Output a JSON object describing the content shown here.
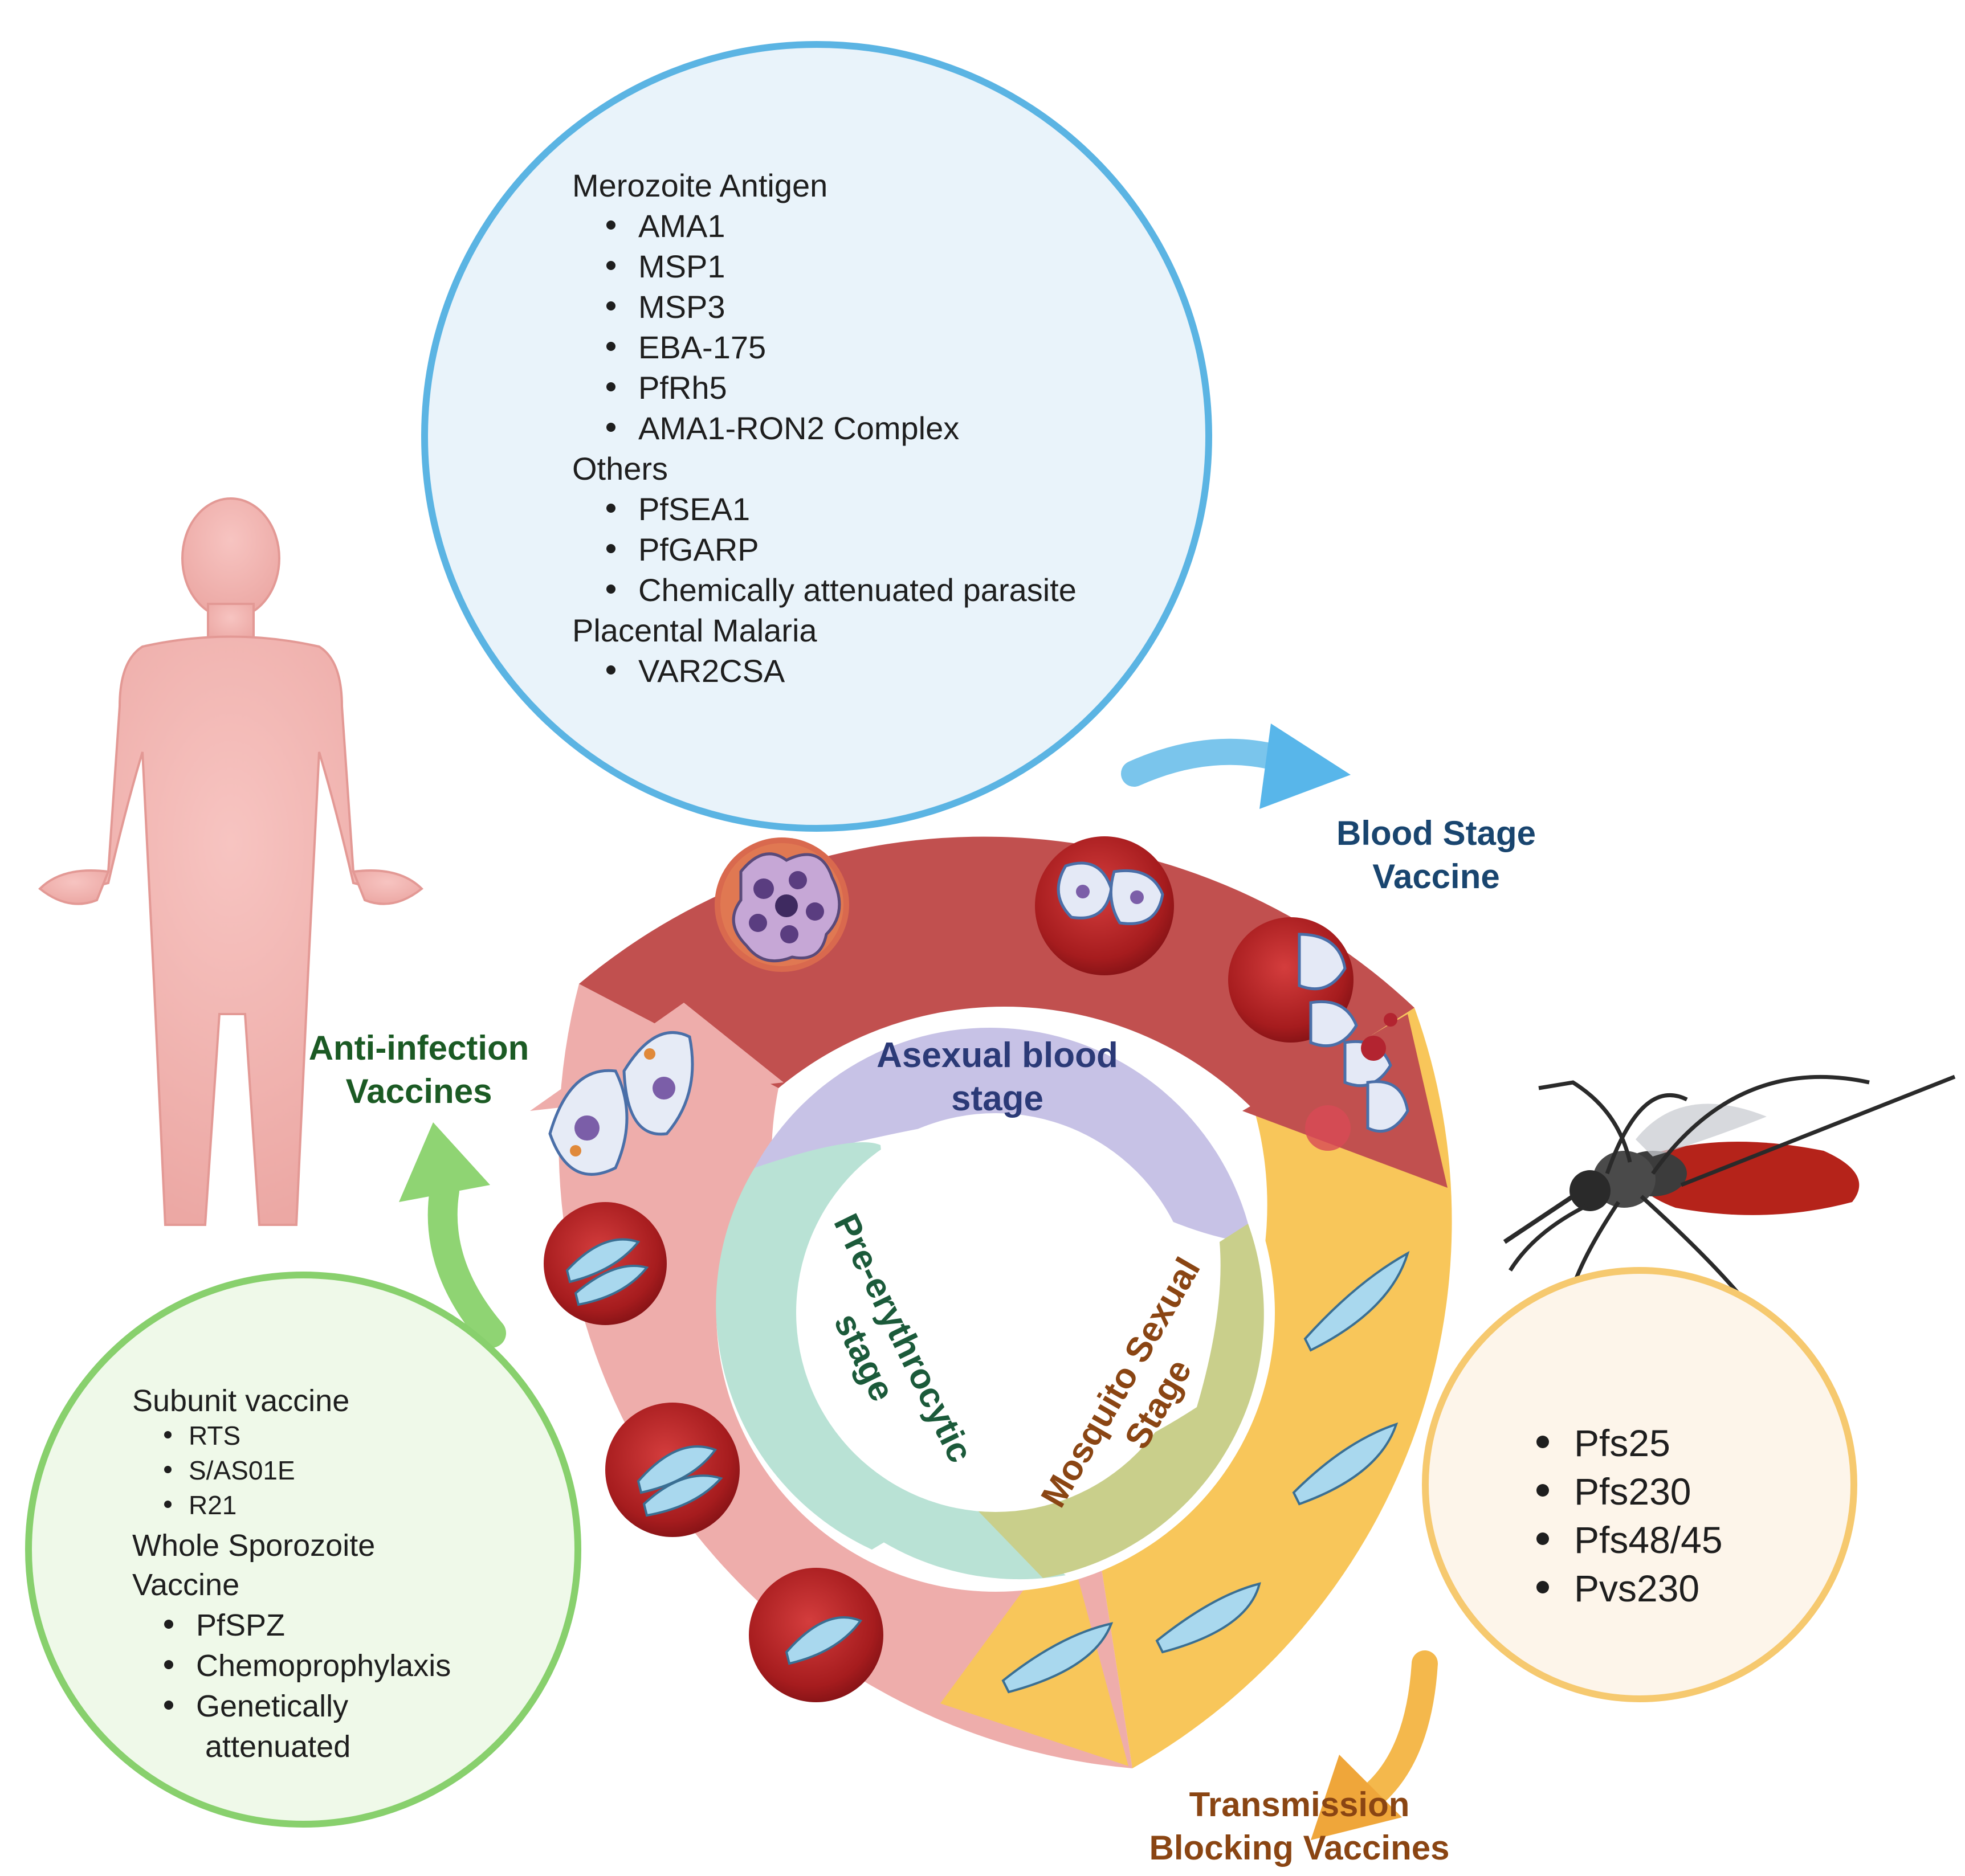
{
  "blood_stage_box": {
    "groups": [
      {
        "heading": "Merozoite Antigen",
        "items": [
          "AMA1",
          "MSP1",
          "MSP3",
          "EBA-175",
          "PfRh5",
          "AMA1-RON2 Complex"
        ]
      },
      {
        "heading": "Others",
        "items": [
          "PfSEA1",
          "PfGARP",
          "Chemically attenuated parasite"
        ]
      },
      {
        "heading": "Placental Malaria",
        "items": [
          "VAR2CSA"
        ]
      }
    ]
  },
  "anti_infection_box": {
    "subunit_heading": "Subunit vaccine",
    "subunit_items": [
      "RTS",
      "S/AS01E",
      "R21"
    ],
    "whole_heading_line1": "Whole Sporozoite",
    "whole_heading_line2": "Vaccine",
    "whole_items": [
      "PfSPZ",
      "Chemoprophylaxis",
      "Genetically"
    ],
    "whole_items_cont": "attenuated"
  },
  "transmission_box": {
    "items": [
      "Pfs25",
      "Pfs230",
      "Pfs48/45",
      "Pvs230"
    ]
  },
  "labels": {
    "blood_stage_line1": "Blood Stage",
    "blood_stage_line2": "Vaccine",
    "anti_infection_line1": "Anti-infection",
    "anti_infection_line2": "Vaccines",
    "transmission_line1": "Transmission",
    "transmission_line2": "Blocking Vaccines"
  },
  "stages": {
    "asexual_line1": "Asexual blood",
    "asexual_line2": "stage",
    "pre_line1": "Pre-erythrocytic",
    "pre_line2": "stage",
    "mosquito_line1": "Mosquito Sexual",
    "mosquito_line2": "Stage"
  },
  "colors": {
    "blood_ring": "#c2524f",
    "pre_ring": "#eeaeac",
    "mosquito_ring": "#f8c65a",
    "blood_circle_border": "#5ab4e4",
    "anti_circle_border": "#86d06b",
    "transmission_circle_border": "#f7ca6e",
    "blood_label": "#19456f",
    "anti_label": "#1b5a24",
    "transmission_label": "#8a4513"
  }
}
